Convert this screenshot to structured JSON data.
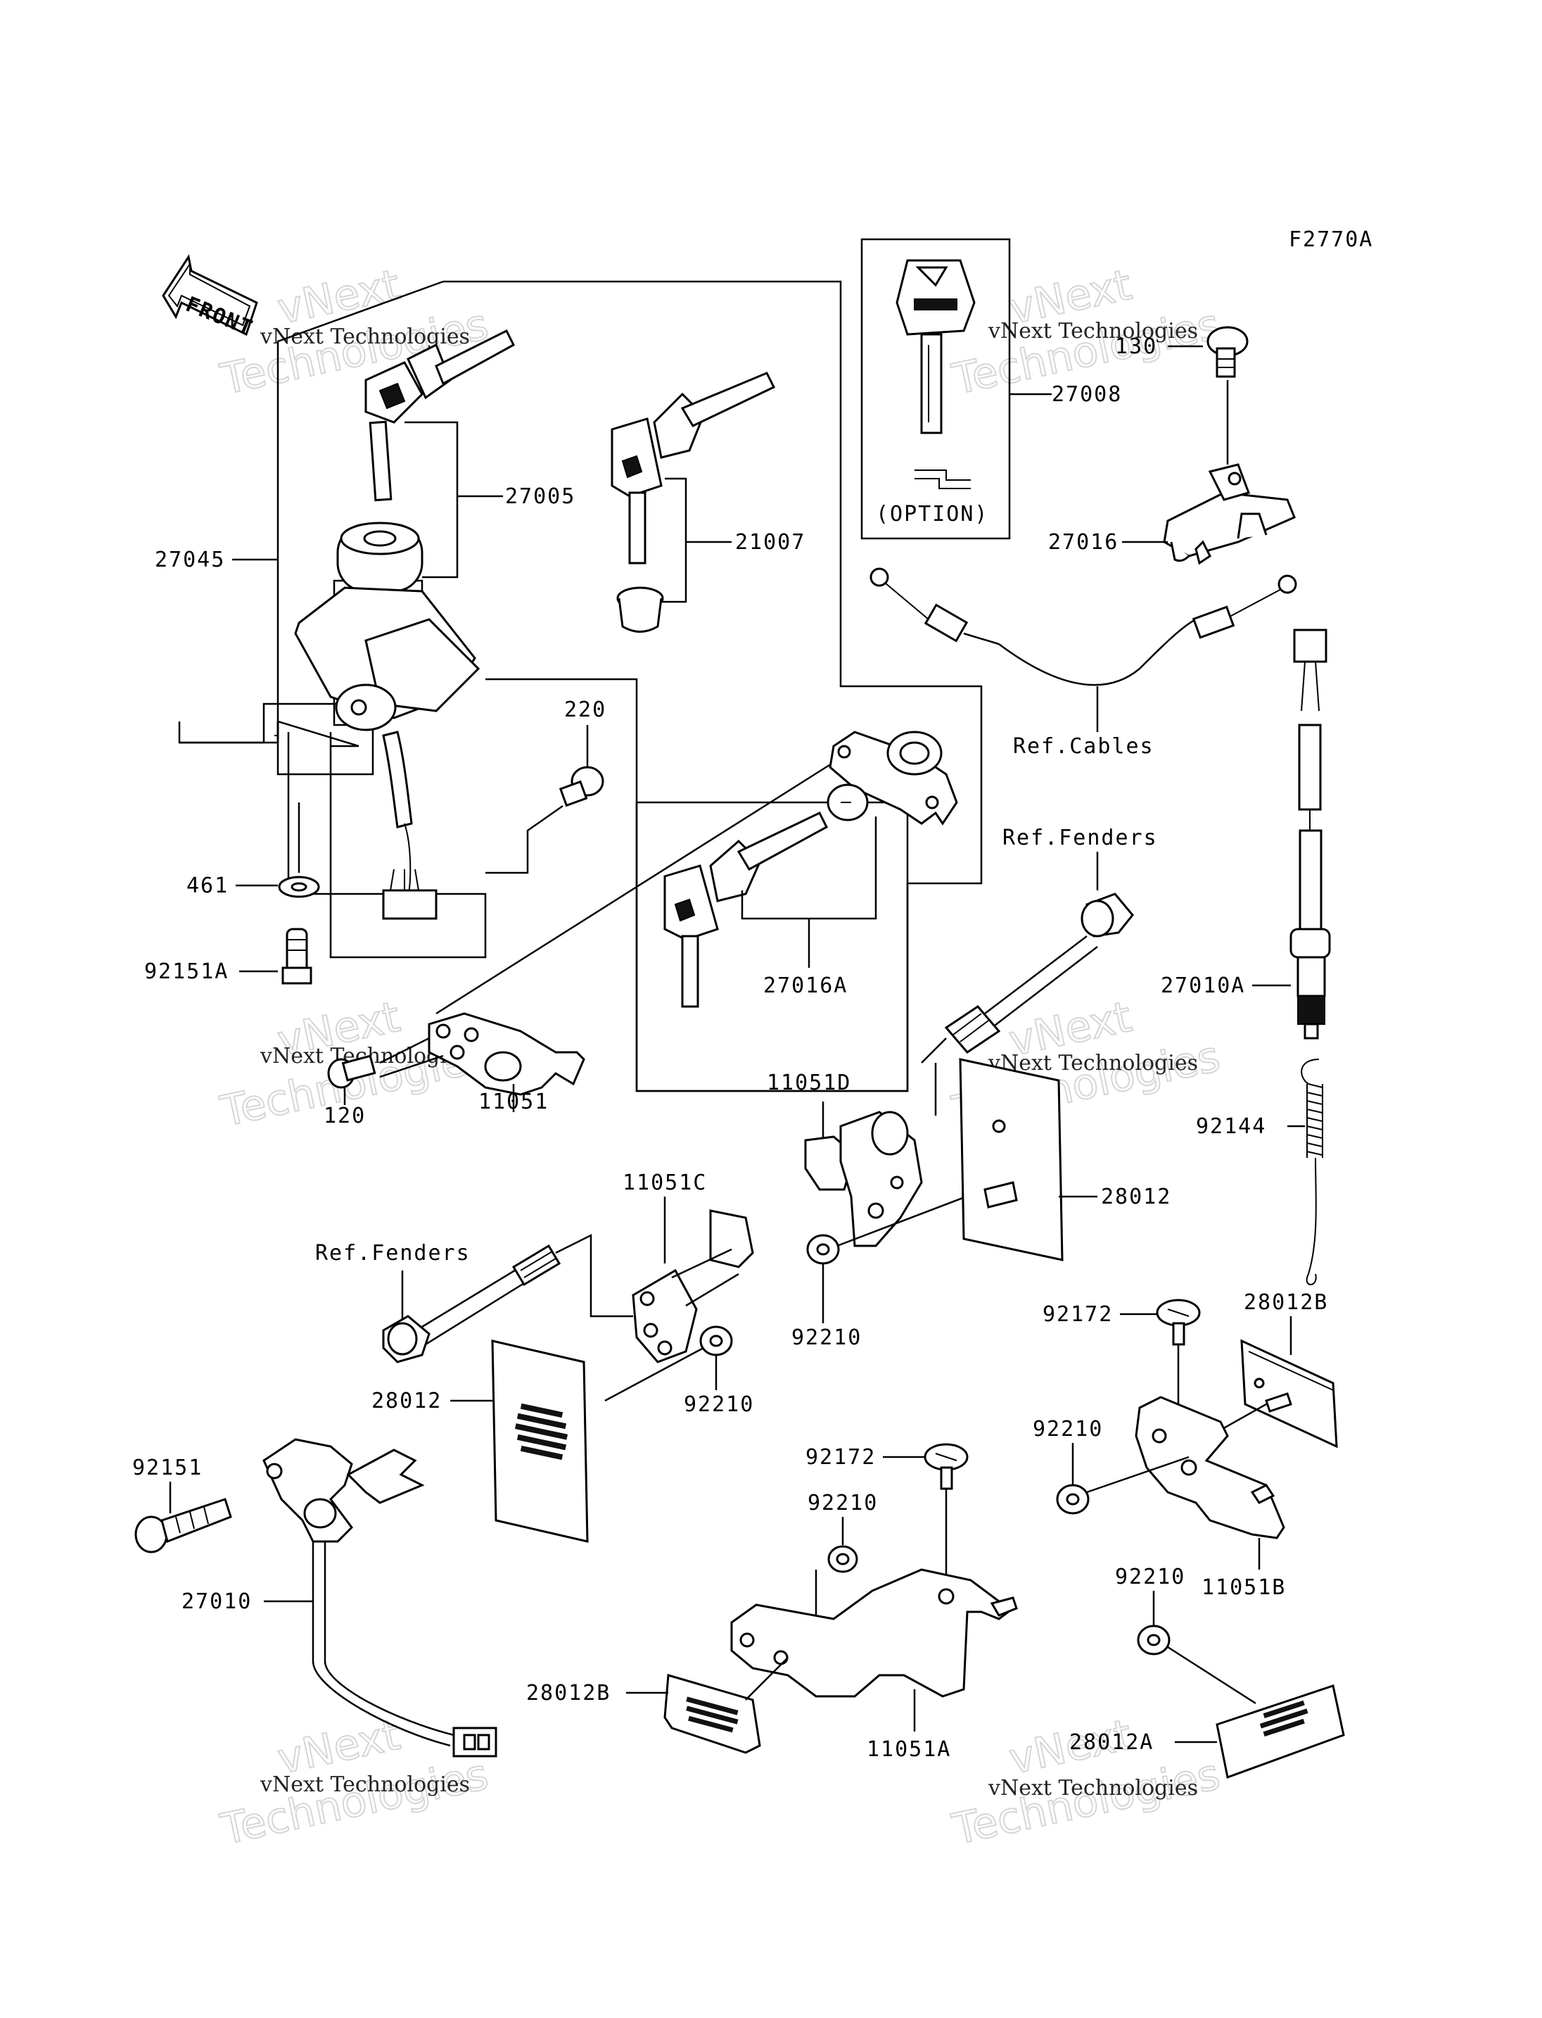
{
  "figure_code": "F2770A",
  "front_label": "FRONT",
  "watermark": {
    "line1": "vNext",
    "line2": "Technologies",
    "caption": "vNext Technologies"
  },
  "option_label": "(OPTION)",
  "labels": {
    "p27045": "27045",
    "p27005": "27005",
    "p21007": "21007",
    "p27008": "27008",
    "p130": "130",
    "p27016": "27016",
    "ref_cables": "Ref.Cables",
    "p220": "220",
    "ref_fenders_1": "Ref.Fenders",
    "p461": "461",
    "p92151A": "92151A",
    "p27016A": "27016A",
    "p27010A": "27010A",
    "p120": "120",
    "p11051": "11051",
    "p11051D": "11051D",
    "p92144": "92144",
    "p11051C": "11051C",
    "p28012_1": "28012",
    "ref_fenders_2": "Ref.Fenders",
    "p92210_1": "92210",
    "p92172_1": "92172",
    "p28012B_1": "28012B",
    "p28012_2": "28012",
    "p92210_2": "92210",
    "p92210_3": "92210",
    "p92151": "92151",
    "p92172_2": "92172",
    "p92210_4": "92210",
    "p27010": "27010",
    "p11051B": "11051B",
    "p92210_5": "92210",
    "p28012B_2": "28012B",
    "p11051A": "11051A",
    "p28012A": "28012A"
  }
}
